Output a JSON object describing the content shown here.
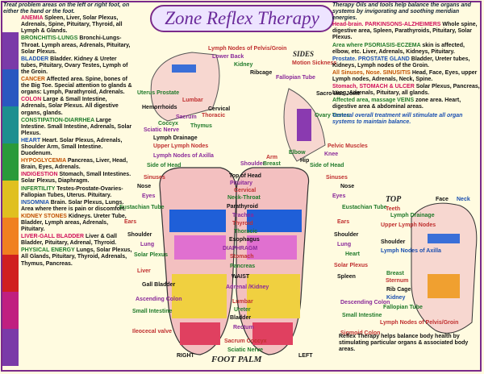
{
  "title": "Zone Reflex Therapy",
  "colors": {
    "accent": "#7a2a8a",
    "head": "#d0105a",
    "green": "#1f7a2a",
    "blue": "#1a4fb0",
    "orange": "#c05000"
  },
  "left_intro": "Treat problem areas on the left or right foot, on either the hand or the foot.",
  "left_sections": [
    {
      "h": "ANEMIA",
      "t": "Spleen, Liver, Solar Plexus, Adrenals, Spine, Pituitary, Thyroid, all Lymph & Glands."
    },
    {
      "h": "BRONCHITIS-LUNGS",
      "t": "Bronchi-Lungs-Throat. Lymph areas, Adrenals, Pituitary, Solar Plexus."
    },
    {
      "h": "BLADDER",
      "t": "Bladder. Kidney & Ureter tubes, Pituitary, Ovary Testes, Lymph of the Groin."
    },
    {
      "h": "CANCER",
      "t": "Affected area. Spine, bones of the Big Toe. Special attention to glands & organs: Lymph, Parathyroid, Adrenals."
    },
    {
      "h": "COLON",
      "t": "Large & Small Intestine, Adrenals, Solar Plexus. All digestive organs, glands."
    },
    {
      "h": "CONSTIPATION-DIARRHEA",
      "t": "Large Intestine. Small Intestine, Adrenals, Solar Plexus."
    },
    {
      "h": "HEART",
      "t": "Heart. Solar Plexus, Adrenals, Shoulder Arm, Small Intestine. Duodenum."
    },
    {
      "h": "HYPOGLYCEMIA",
      "t": "Pancreas, Liver, Head, Brain, Eyes, Adrenals."
    },
    {
      "h": "INDIGESTION",
      "t": "Stomach, Small Intestines. Solar Plexus, Diaphragm."
    },
    {
      "h": "INFERTILITY",
      "t": "Testes-Prostate-Ovaries-Fallopian Tubes, Uterus. Pituitary."
    },
    {
      "h": "INSOMNIA",
      "t": "Brain. Solar Plexus, Lungs. Area where there is pain or discomfort."
    },
    {
      "h": "KIDNEY STONES",
      "t": "Kidneys. Ureter Tube, Bladder, Lymph areas, Adrenals, Pituitary."
    },
    {
      "h": "LIVER-GALL BLADDER",
      "t": "Liver & Gall Bladder, Pituitary, Adrenal, Thyroid."
    },
    {
      "h": "PHYSICAL ENERGY",
      "t": "Lungs, Solar Plexus, All Glands, Pituitary, Thyroid, Adrenals, Thymus, Pancreas."
    }
  ],
  "right_intro": "Therapy Oils and tools help balance the organs and systems by invigorating and soothing meridian energies.",
  "right_sections": [
    {
      "h": "Head-brain. PARKINSONS-ALZHEIMERS",
      "t": "Whole spine, digestive area, Spleen, Parathyroids, Pituitary, Solar Plexus."
    },
    {
      "h": "Area where PSORIASIS-ECZEMA",
      "t": "skin is affected, elbow, etc. Liver, Adrenals, Kidneys, Pituitary."
    },
    {
      "h": "Prostate. PROSTATE GLAND",
      "t": "Bladder, Ureter tubes, Kidneys, Lymph nodes of the Groin."
    },
    {
      "h": "All Sinuses, Nose. SINUSITIS",
      "t": "Head, Face, Eyes, upper Lymph nodes, Adrenals, Neck, Spine."
    },
    {
      "h": "Stomach, STOMACH & ULCER",
      "t": "Solar Plexus, Pancreas, Lung, Adrenals, Pituitary, all glands."
    },
    {
      "h": "Affected area, massage VEINS",
      "t": "zone area. Heart, digestive area & abdominal areas."
    }
  ],
  "right_note": "General overall treatment will stimulate all organ systems to maintain balance.",
  "sides_label": "SIDES",
  "foot_palm_label": "FOOT PALM",
  "top_label": "TOP",
  "right_foot": "RIGHT",
  "left_foot": "LEFT",
  "side_labels": [
    "Lymph Nodes of Pelvis/Groin",
    "Lower Back",
    "Kidney",
    "Ribcage",
    "Motion Sickness",
    "Fallopian Tube",
    "Uterus Prostate",
    "Hemorrhoids",
    "Lumbar",
    "Sacrum",
    "Coccyx",
    "Cervical",
    "Thoracic",
    "Sciatic Nerve",
    "Thymus",
    "Lymph Drainage",
    "Upper Lymph Nodes",
    "Lymph Nodes of Axilla",
    "Ovary Testes",
    "Sacro Iliac Joint",
    "Pelvic Muscles",
    "Knee",
    "Elbow",
    "Hip",
    "Arm",
    "Shoulder",
    "Breast"
  ],
  "palm_labels_left": [
    "Side of Head",
    "Sinuses",
    "Nose",
    "Eyes",
    "Eustachian Tube",
    "Ears",
    "Shoulder",
    "Lung",
    "Solar Plexus",
    "Liver",
    "Gall Bladder",
    "Ascending Colon",
    "Small Intestine",
    "Ileocecal valve"
  ],
  "palm_labels_center": [
    "Top of Head",
    "Pituitary",
    "Cervical",
    "Neck-Throat",
    "Parathyroid",
    "Trachea",
    "Thyroid",
    "Thoracic",
    "Esophagus",
    "DIAPHRAGM",
    "Stomach",
    "Pancreas",
    "WAIST",
    "Adrenal /Kidney",
    "Lumbar",
    "Ureter",
    "Bladder",
    "Rectum",
    "Sacrum Coccyx",
    "Sciatic Nerve"
  ],
  "palm_labels_right": [
    "Side of Head",
    "Sinuses",
    "Nose",
    "Eyes",
    "Eustachian Tube",
    "Ears",
    "Shoulder",
    "Lung",
    "Heart",
    "Solar Plexus",
    "Spleen",
    "Descending Colon",
    "Small Intestine",
    "Sigmoid Colon"
  ],
  "top_labels": [
    "Teeth",
    "Face",
    "Neck",
    "Lymph Drainage",
    "Upper Lymph Nodes",
    "Shoulder",
    "Lymph Nodes of Axilla",
    "Breast",
    "Sternum",
    "Rib Cage",
    "Kidney",
    "Fallopian Tube",
    "Lymph Nodes of Pelvis/Groin"
  ],
  "bottom_note": "Reflex Therapy helps balance body health by stimulating particular organs & associated body areas."
}
